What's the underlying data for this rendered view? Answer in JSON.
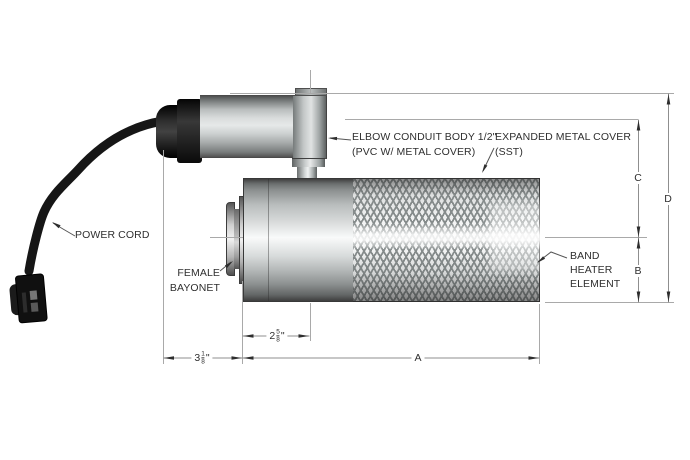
{
  "drawing": {
    "callouts": {
      "power_cord": "POWER CORD",
      "female_bayonet": [
        "FEMALE",
        "BAYONET"
      ],
      "elbow_conduit": [
        "ELBOW CONDUIT BODY 1/2\"",
        "(PVC W/ METAL COVER)"
      ],
      "expanded_metal_cover": [
        "EXPANDED METAL COVER",
        "(SST)"
      ],
      "band_heater_element": [
        "BAND",
        "HEATER",
        "ELEMENT"
      ]
    },
    "dimensions": {
      "length_a": "A",
      "height_b": "B",
      "height_c": "C",
      "height_d": "D",
      "offset_2_5_8": {
        "whole": "2",
        "numerator": "5",
        "denominator": "8",
        "unit": "\""
      },
      "offset_3_1_8": {
        "whole": "3",
        "numerator": "1",
        "denominator": "8",
        "unit": "\""
      }
    },
    "colors": {
      "extension_line": "#a9a9a9",
      "dimension_line": "#8f8f8f",
      "leader_line": "#555555",
      "arrow": "#2e2e2e",
      "text": "#2f2f2f",
      "metal_light": "#e8eaea",
      "metal_dark": "#4a4a4a",
      "cord_black": "#161616",
      "background": "#ffffff"
    }
  }
}
